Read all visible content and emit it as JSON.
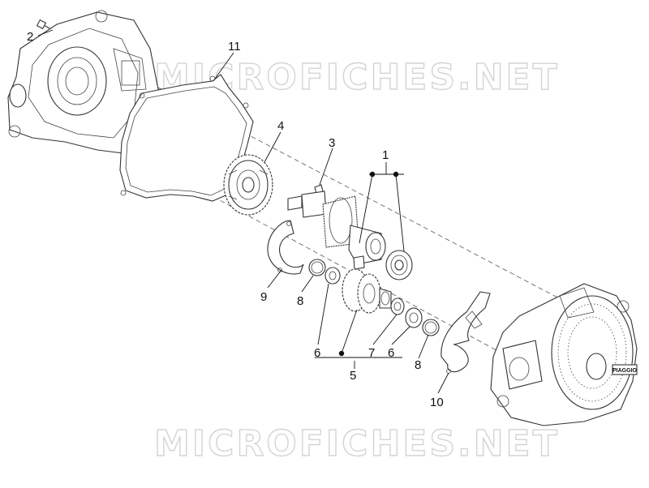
{
  "watermark": "MICROFICHES.NET",
  "callouts": {
    "c1": "1",
    "c2": "2",
    "c3": "3",
    "c4": "4",
    "c5": "5",
    "c6a": "6",
    "c6b": "6",
    "c7": "7",
    "c8a": "8",
    "c8b": "8",
    "c9": "9",
    "c10": "10",
    "c11": "11"
  },
  "housing_badge": "PIAGGIO"
}
